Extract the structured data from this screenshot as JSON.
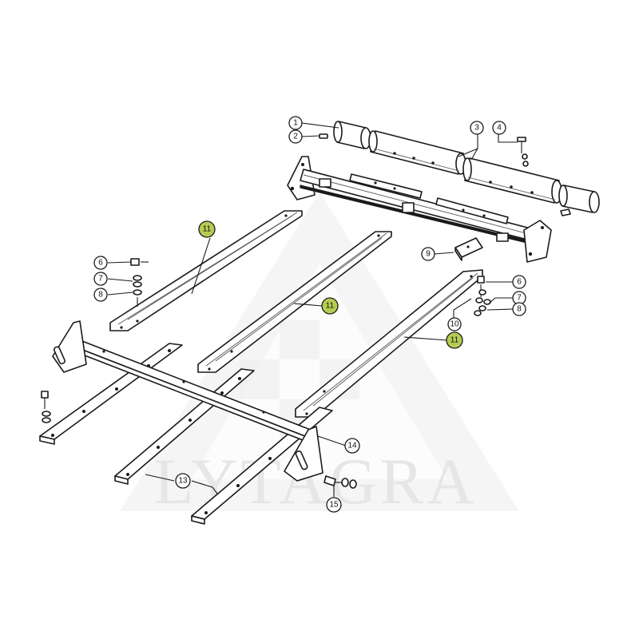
{
  "watermark": {
    "text": "LYTAGRA",
    "color": "#e6e6e6"
  },
  "highlight_color": "#b5cc52",
  "callouts": [
    {
      "id": "c1",
      "label": "1",
      "highlighted": false
    },
    {
      "id": "c2",
      "label": "2",
      "highlighted": false
    },
    {
      "id": "c3",
      "label": "3",
      "highlighted": false
    },
    {
      "id": "c4",
      "label": "4",
      "highlighted": false
    },
    {
      "id": "c6a",
      "label": "6",
      "highlighted": false
    },
    {
      "id": "c7a",
      "label": "7",
      "highlighted": false
    },
    {
      "id": "c8a",
      "label": "8",
      "highlighted": false
    },
    {
      "id": "c9",
      "label": "9",
      "highlighted": false
    },
    {
      "id": "c6b",
      "label": "6",
      "highlighted": false
    },
    {
      "id": "c7b",
      "label": "7",
      "highlighted": false
    },
    {
      "id": "c8b",
      "label": "8",
      "highlighted": false
    },
    {
      "id": "c10",
      "label": "10",
      "highlighted": false
    },
    {
      "id": "c11a",
      "label": "11",
      "highlighted": true
    },
    {
      "id": "c11b",
      "label": "11",
      "highlighted": true
    },
    {
      "id": "c11c",
      "label": "11",
      "highlighted": true
    },
    {
      "id": "c13",
      "label": "13",
      "highlighted": false
    },
    {
      "id": "c14",
      "label": "14",
      "highlighted": false
    },
    {
      "id": "c15",
      "label": "15",
      "highlighted": false
    }
  ]
}
